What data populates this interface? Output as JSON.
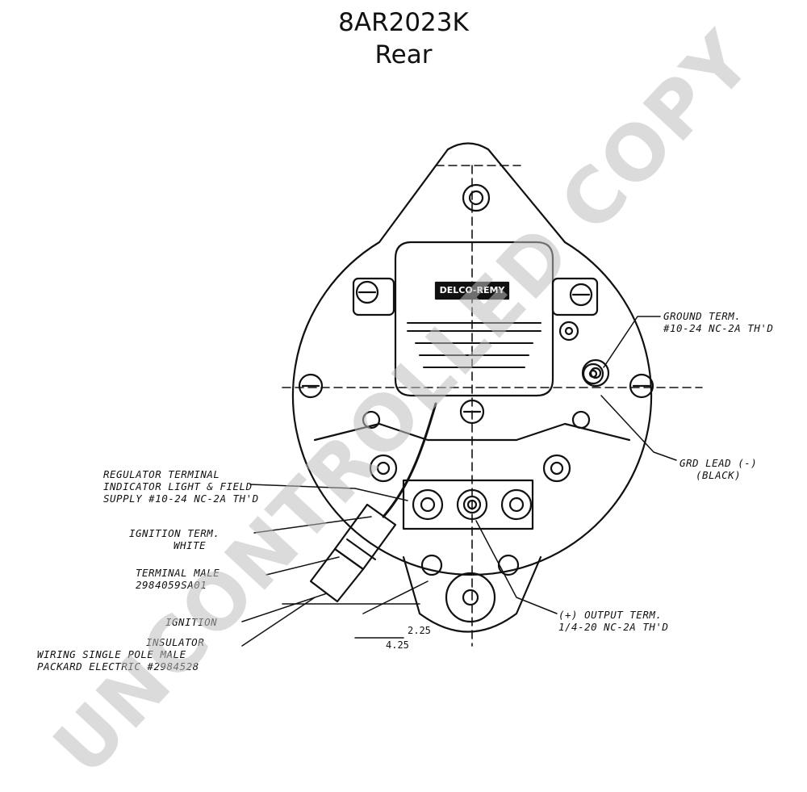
{
  "header": {
    "part_number": "8AR2023K",
    "view": "Rear"
  },
  "watermark": "UNCONTROLLED COPY",
  "nameplate": "DELCO-REMY",
  "callouts": {
    "ground_term": [
      "GROUND TERM.",
      "#10-24 NC-2A TH'D"
    ],
    "grd_lead": [
      "GRD LEAD (-)",
      "(BLACK)"
    ],
    "regulator_term": [
      "REGULATOR TERMINAL",
      "INDICATOR LIGHT & FIELD",
      "SUPPLY #10-24 NC-2A TH'D"
    ],
    "ignition_term": [
      "IGNITION TERM.",
      "WHITE"
    ],
    "terminal_male": [
      "TERMINAL MALE",
      "2984059SA01"
    ],
    "ignition": [
      "IGNITION"
    ],
    "insulator": [
      "INSULATOR",
      "WIRING SINGLE POLE MALE",
      "PACKARD ELECTRIC #2984528"
    ],
    "output_term": [
      "(+) OUTPUT TERM.",
      "1/4-20 NC-2A TH'D"
    ]
  },
  "dimensions": {
    "d1": "2.25",
    "d2": "4.25"
  }
}
